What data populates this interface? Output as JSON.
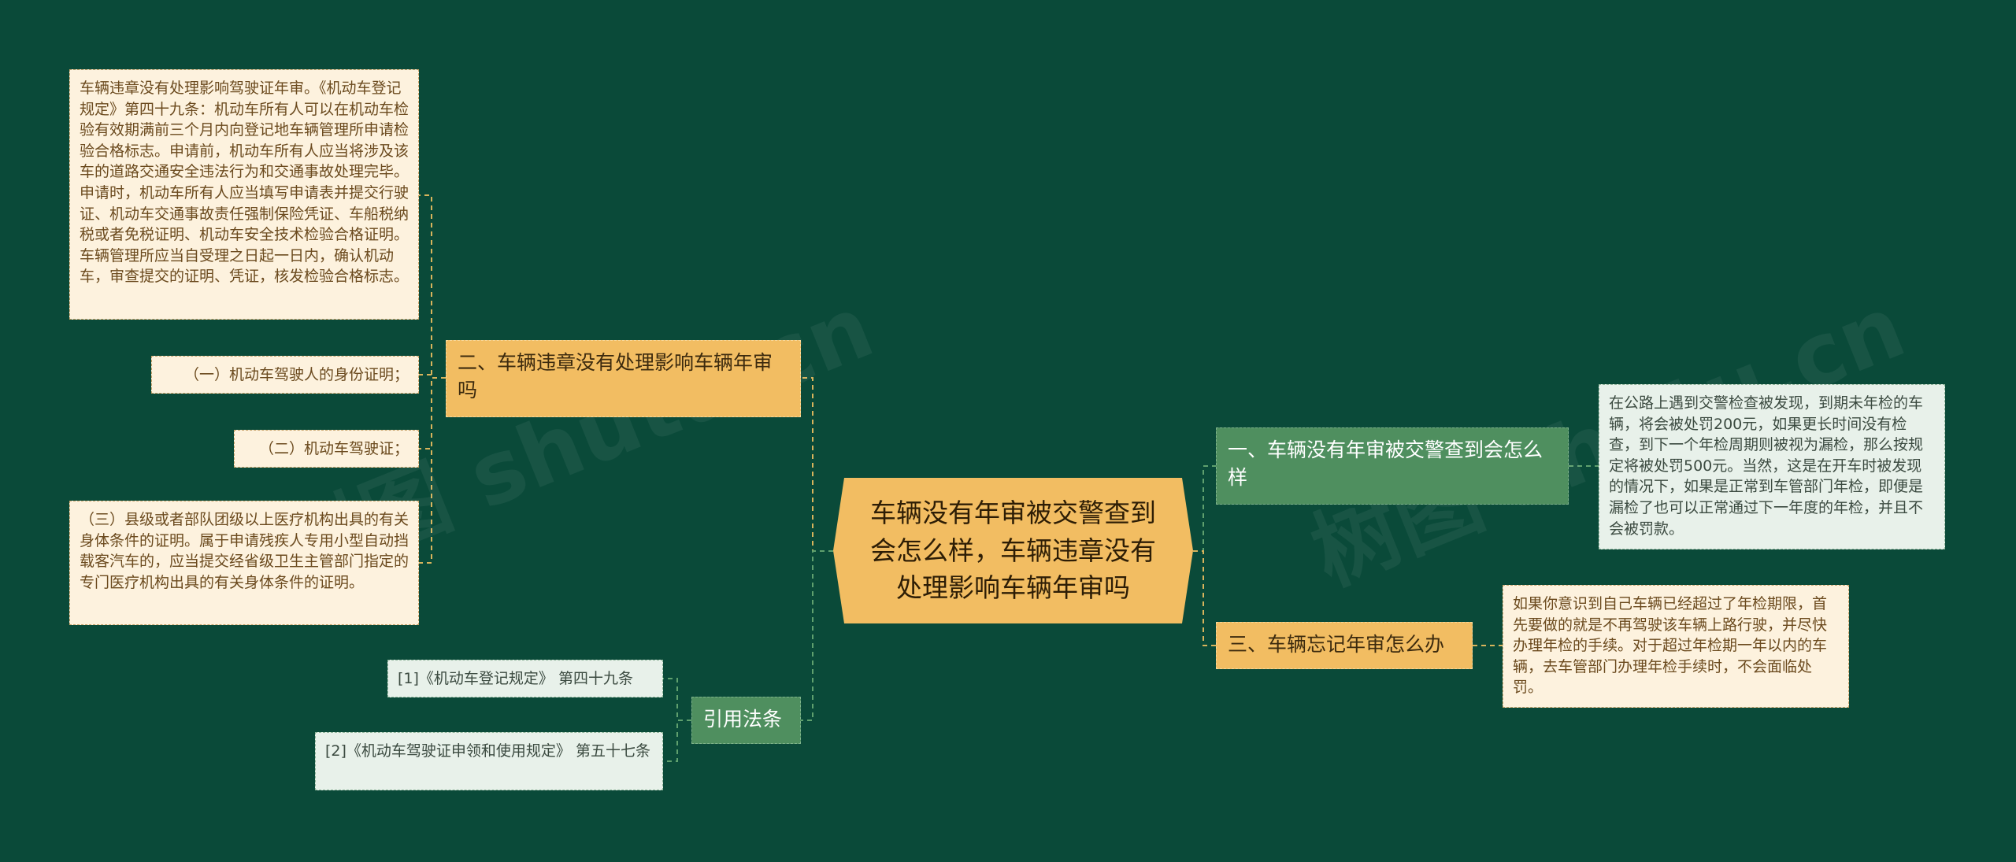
{
  "root": {
    "title": "车辆没有年审被交警查到会怎么样，车辆违章没有处理影响车辆年审吗"
  },
  "branches": {
    "b2": {
      "label": "二、车辆违章没有处理影响车辆年审吗",
      "leaves": [
        "车辆违章没有处理影响驾驶证年审。《机动车登记规定》第四十九条：机动车所有人可以在机动车检验有效期满前三个月内向登记地车辆管理所申请检验合格标志。申请前，机动车所有人应当将涉及该车的道路交通安全违法行为和交通事故处理完毕。申请时，机动车所有人应当填写申请表并提交行驶证、机动车交通事故责任强制保险凭证、车船税纳税或者免税证明、机动车安全技术检验合格证明。车辆管理所应当自受理之日起一日内，确认机动车，审查提交的证明、凭证，核发检验合格标志。",
        "（一）机动车驾驶人的身份证明；",
        "（二）机动车驾驶证；",
        "（三）县级或者部队团级以上医疗机构出具的有关身体条件的证明。属于申请残疾人专用小型自动挡载客汽车的，应当提交经省级卫生主管部门指定的专门医疗机构出具的有关身体条件的证明。"
      ]
    },
    "ref": {
      "label": "引用法条",
      "leaves": [
        "[1]《机动车登记规定》 第四十九条",
        "[2]《机动车驾驶证申领和使用规定》 第五十七条"
      ]
    },
    "b1": {
      "label": "一、车辆没有年审被交警查到会怎么样",
      "leaves": [
        "在公路上遇到交警检查被发现，到期未年检的车辆，将会被处罚200元，如果更长时间没有检查，到下一个年检周期则被视为漏检，那么按规定将被处罚500元。当然，这是在开车时被发现的情况下，如果是正常到车管部门年检，即便是漏检了也可以正常通过下一年度的年检，并且不会被罚款。"
      ]
    },
    "b3": {
      "label": "三、车辆忘记年审怎么办",
      "leaves": [
        "如果你意识到自己车辆已经超过了年检期限，首先要做的就是不再驾驶该车辆上路行驶，并尽快办理年检的手续。对于超过年检期一年以内的车辆，去车管部门办理年检手续时，不会面临处罚。"
      ]
    }
  },
  "watermarks": [
    "树图 shutu.cn",
    "树图 shutu.cn"
  ],
  "colors": {
    "background": "#0a4a39",
    "root_fill": "#f2bd62",
    "orange_branch": "#f2bd62",
    "green_branch": "#4f8f5f",
    "leaf_fill": "#fdf2de",
    "green_leaf_fill": "#e8f1ea",
    "connector": "#c8a95a"
  }
}
